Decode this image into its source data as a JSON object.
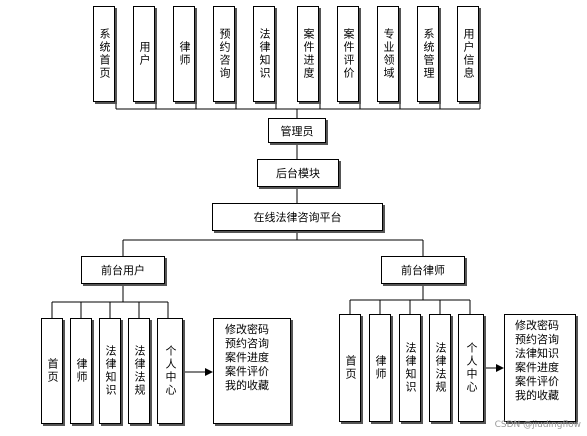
{
  "top_modules": [
    "系统首页",
    "用户",
    "律师",
    "预约咨询",
    "法律知识",
    "案件进度",
    "案件评价",
    "专业领域",
    "系统管理",
    "用户信息"
  ],
  "admin": "管理员",
  "backend": "后台模块",
  "platform": "在线法律咨询平台",
  "front_user": {
    "title": "前台用户",
    "modules": [
      "首页",
      "律师",
      "法律知识",
      "法律法规",
      "个人中心"
    ],
    "personal_items": [
      "修改密码",
      "预约咨询",
      "案件进度",
      "案件评价",
      "我的收藏"
    ]
  },
  "front_lawyer": {
    "title": "前台律师",
    "modules": [
      "首页",
      "律师",
      "法律知识",
      "法律法规",
      "个人中心"
    ],
    "personal_items": [
      "修改密码",
      "预约咨询",
      "法律知识",
      "案件进度",
      "案件评价",
      "我的收藏"
    ]
  },
  "watermark": "CSDN @jiudingflow"
}
